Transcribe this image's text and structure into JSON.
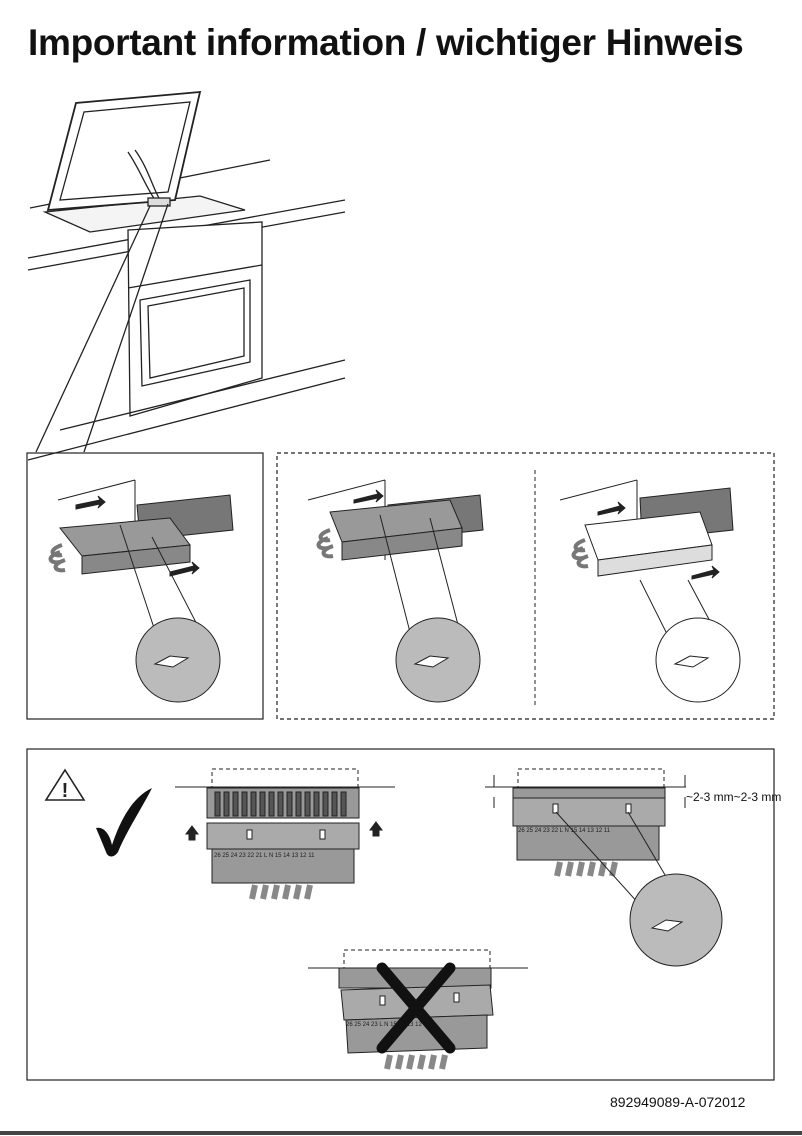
{
  "header": {
    "title": "Important information / wichtiger Hinweis"
  },
  "figure": {
    "dimension_label": "~2-3 mm~2-3 mm",
    "pins_full": [
      "26",
      "25",
      "24",
      "23",
      "22",
      "21",
      "L",
      "N",
      "15",
      "14",
      "13",
      "12",
      "11"
    ],
    "pins_short": [
      "26",
      "25",
      "24",
      "23",
      "22",
      "L",
      "N",
      "15",
      "14",
      "13",
      "12",
      "11"
    ]
  },
  "footer": {
    "document_number": "892949089-A-072012"
  }
}
